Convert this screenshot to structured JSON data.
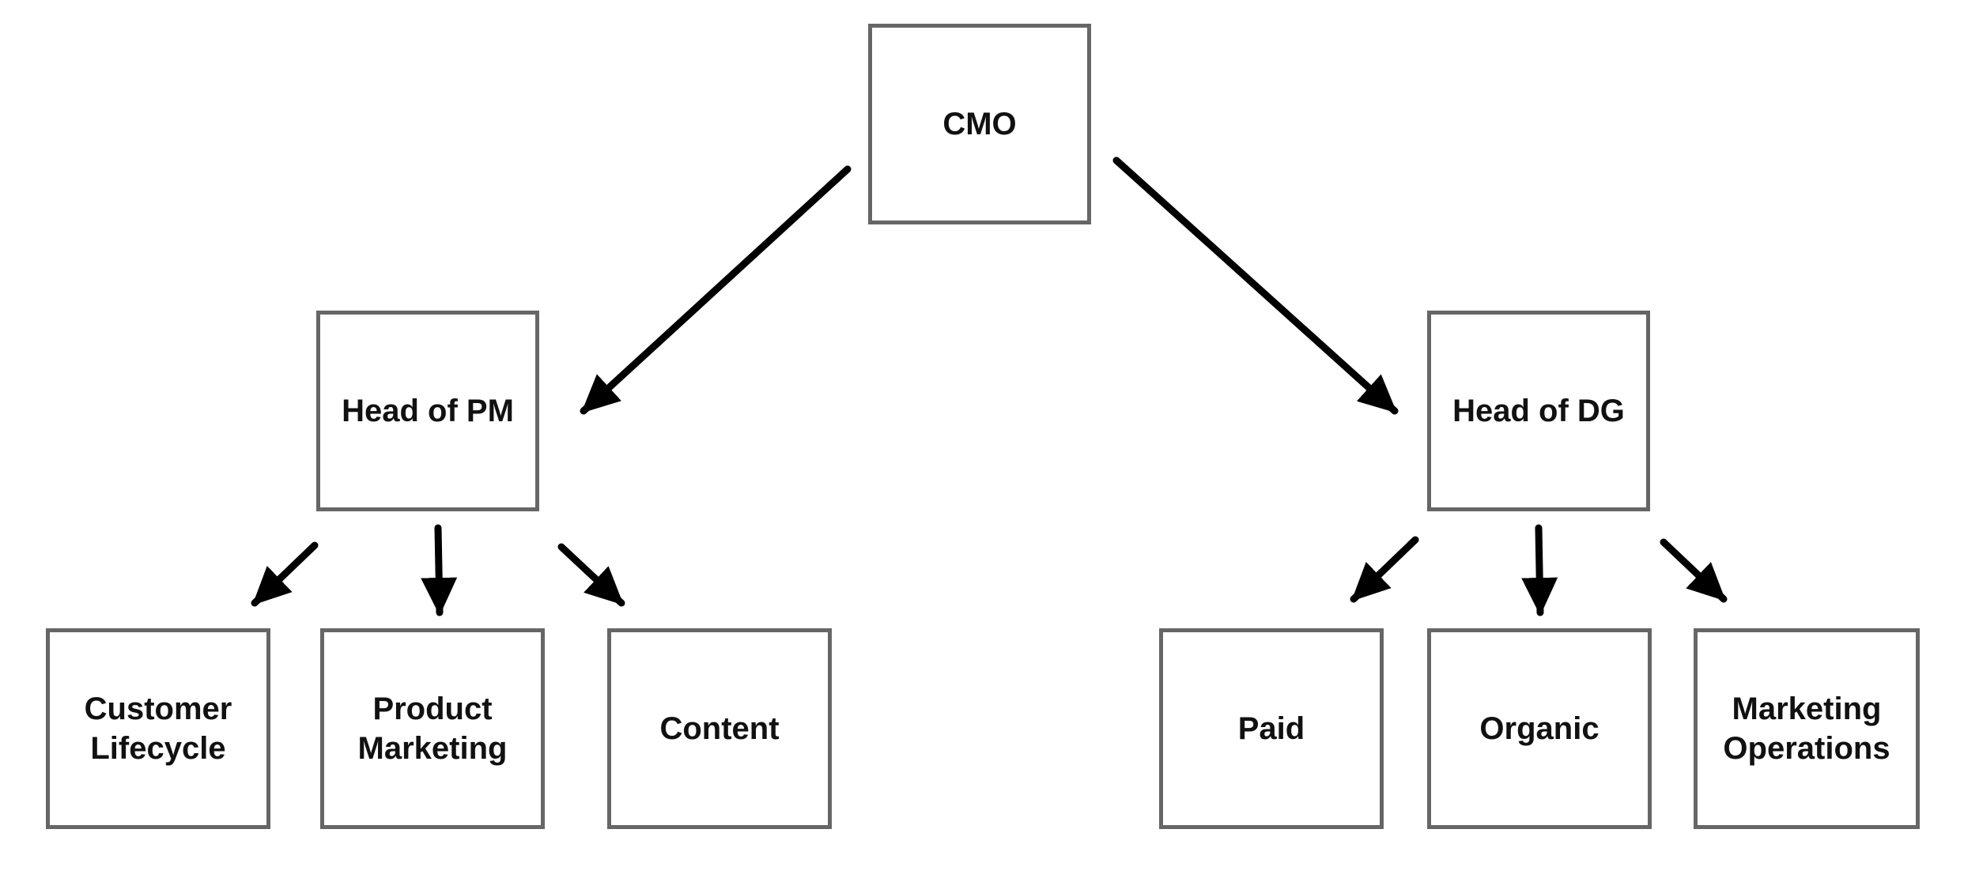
{
  "nodes": {
    "cmo": "CMO",
    "head_pm": "Head of PM",
    "head_dg": "Head of DG",
    "customer_lifecycle": "Customer\nLifecycle",
    "product_marketing": "Product\nMarketing",
    "content": "Content",
    "paid": "Paid",
    "organic": "Organic",
    "marketing_operations": "Marketing\nOperations"
  },
  "colors": {
    "box_border": "#666666",
    "arrow": "#000000",
    "text": "#111111"
  }
}
